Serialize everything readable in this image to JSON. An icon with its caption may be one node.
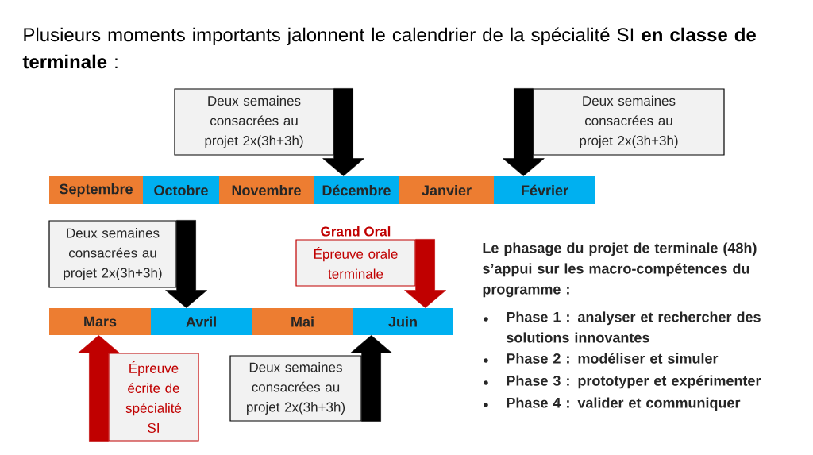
{
  "diagram": {
    "title": "Plusieurs moments importants jalonnent le calendrier de la spécialité SI **en classe de terminale** :",
    "nodes": [
      {
        "text": [
          "Deux semaines consacrées au projet 2x(3h+3h)"
        ]
      },
      {
        "text": [
          "Deux semaines consacrées au projet 2x(3h+3h)"
        ]
      },
      {
        "text": [
          "Septembre"
        ]
      },
      {
        "text": [
          "Octobre"
        ]
      },
      {
        "text": [
          "Novembre"
        ]
      },
      {
        "text": [
          "Décembre"
        ]
      },
      {
        "text": [
          "Janvier"
        ]
      },
      {
        "text": [
          "Février"
        ]
      },
      {
        "text": [
          "Deux semaines consacrées au projet 2x(3h+3h)"
        ]
      },
      {
        "text": [
          "Grand Oral",
          "Épreuve orale terminale"
        ]
      },
      {
        "text": [
          "Mars"
        ]
      },
      {
        "text": [
          "Avril"
        ]
      },
      {
        "text": [
          "Mai"
        ]
      },
      {
        "text": [
          "Juin"
        ]
      },
      {
        "text": [
          "Épreuve écrite de spécialité SI"
        ]
      },
      {
        "text": [
          "Deux semaines consacrées au projet 2x(3h+3h)"
        ]
      }
    ],
    "edges": [
      {
        "from": 0,
        "to": 5,
        "arrow": "to"
      },
      {
        "from": 1,
        "to": 7,
        "arrow": "to"
      },
      {
        "from": 8,
        "to": 11,
        "arrow": "to"
      },
      {
        "from": 9,
        "to": 13,
        "arrow": "to",
        "color": "#c00000"
      },
      {
        "from": 14,
        "to": 10,
        "arrow": "to",
        "color": "#c00000"
      },
      {
        "from": 15,
        "to": 13,
        "arrow": "to"
      }
    ],
    "labels": [
      "Le phasage du projet de terminale (48h) s’appui sur les macro-compétences du programme :",
      "Phase 1 : analyser et rechercher des solutions innovantes",
      "Phase 2 : modéliser et simuler",
      "Phase 3 : prototyper et expérimenter",
      "Phase 4 : valider et communiquer"
    ]
  }
}
